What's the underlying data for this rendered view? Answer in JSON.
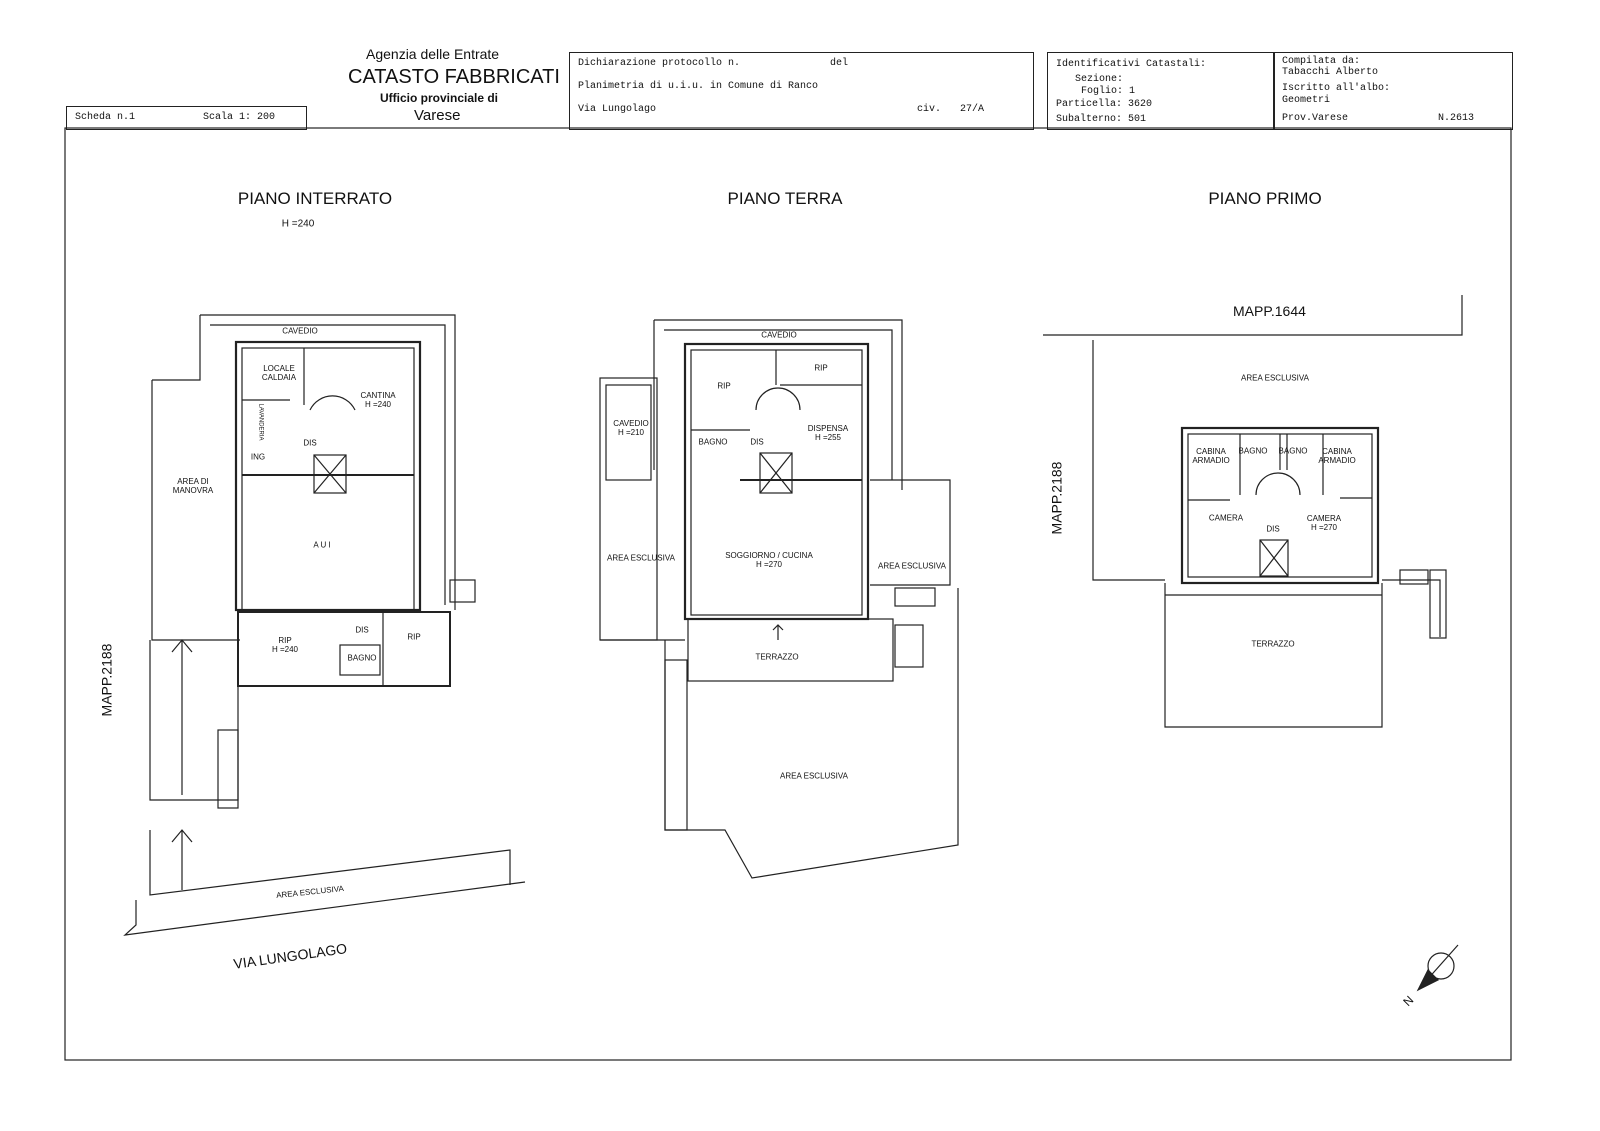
{
  "header": {
    "agency": "Agenzia delle Entrate",
    "title": "CATASTO FABBRICATI",
    "office": "Ufficio provinciale di",
    "province": "Varese",
    "scheda": "Scheda n.1",
    "scala": "Scala 1: 200",
    "dichiarazione": "Dichiarazione protocollo n.",
    "del": "del",
    "planimetria": "Planimetria di u.i.u. in Comune di Ranco",
    "via": "Via Lungolago",
    "civ_label": "civ.",
    "civ": "27/A",
    "identificativi": "Identificativi Catastali:",
    "sezione": "Sezione:",
    "foglio": "Foglio: 1",
    "particella": "Particella: 3620",
    "subalterno": "Subalterno: 501",
    "compilata": "Compilata da:",
    "compilatore": "Tabacchi Alberto",
    "iscritto": "Iscritto all'albo:",
    "albo": "Geometri",
    "prov": "Prov.Varese",
    "numero": "N.2613"
  },
  "plans": {
    "interrato": {
      "title": "PIANO INTERRATO",
      "height": "H =240",
      "rooms": [
        "CAVEDIO",
        "LOCALE\nCALDAIA",
        "CANTINA\nH =240",
        "DIS",
        "ING",
        "AREA DI\nMANOVRA",
        "A U I",
        "RIP\nH =240",
        "DIS",
        "BAGNO",
        "RIP",
        "AREA ESCLUSIVA",
        "LAVANDERIA"
      ],
      "street": "VIA LUNGOLAGO",
      "mapp": "MAPP.2188"
    },
    "terra": {
      "title": "PIANO TERRA",
      "rooms": [
        "CAVEDIO",
        "RIP",
        "RIP",
        "CAVEDIO\nH =210",
        "BAGNO",
        "DIS",
        "DISPENSA\nH =255",
        "SOGGIORNO / CUCINA\nH =270",
        "AREA ESCLUSIVA",
        "AREA ESCLUSIVA",
        "TERRAZZO",
        "AREA ESCLUSIVA"
      ]
    },
    "primo": {
      "title": "PIANO PRIMO",
      "mapp_top": "MAPP.1644",
      "mapp_side": "MAPP.2188",
      "rooms": [
        "AREA ESCLUSIVA",
        "CABINA\nARMADIO",
        "BAGNO",
        "BAGNO",
        "CABINA\nARMADIO",
        "CAMERA",
        "DIS",
        "CAMERA\nH =270",
        "TERRAZZO"
      ]
    }
  },
  "compass": {
    "label": "N",
    "icon": "north-arrow-icon"
  }
}
